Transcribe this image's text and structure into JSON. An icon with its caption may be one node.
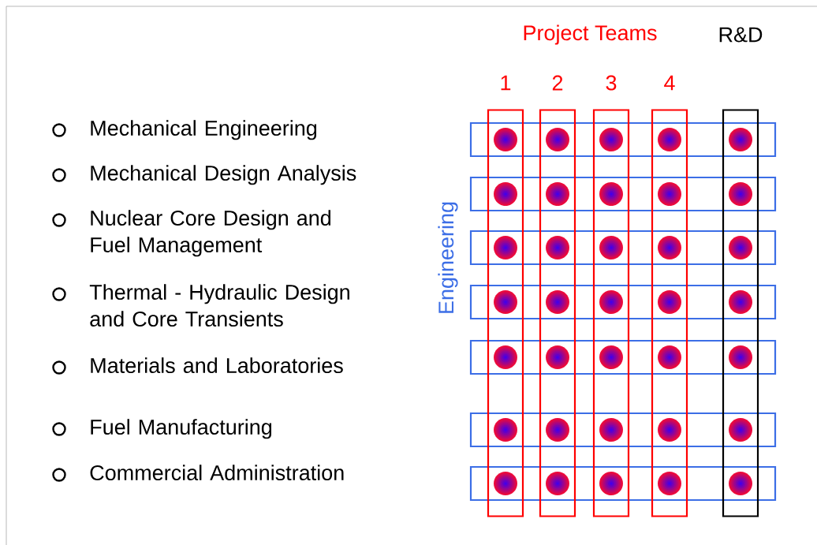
{
  "diagram": {
    "nodes": [
      {
        "text": [
          "1"
        ]
      },
      {
        "text": [
          "2"
        ]
      },
      {
        "text": [
          "3"
        ]
      },
      {
        "text": [
          "4"
        ]
      },
      {
        "text": [
          "R&D"
        ]
      },
      {
        "text": [],
        "shape": "box"
      },
      {
        "text": [],
        "shape": "box"
      },
      {
        "text": [],
        "shape": "box"
      },
      {
        "text": [],
        "shape": "box"
      },
      {
        "text": [],
        "shape": "box"
      },
      {
        "text": [],
        "shape": "box"
      },
      {
        "text": [],
        "shape": "box"
      }
    ],
    "labels": [
      "Project Teams",
      "Mechanical Engineering",
      "Mechanical Design Analysis",
      "Engineering",
      "Nuclear Core Design and Fuel Management",
      "Thermal - Hydraulic Design and Core Transients",
      "Materials and Laboratories",
      "Fuel Manufacturing",
      "Commercial Administration"
    ]
  }
}
